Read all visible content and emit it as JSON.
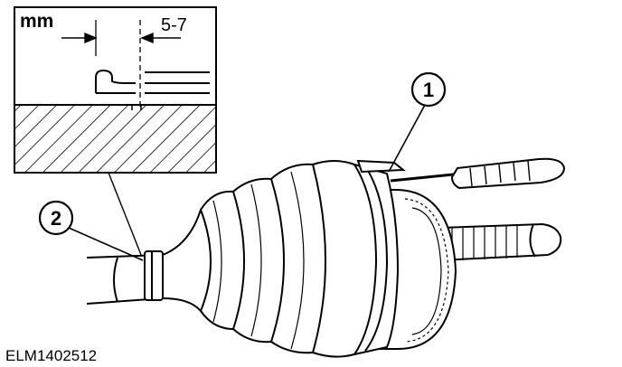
{
  "detail_box": {
    "unit_label": "mm",
    "dimension_label": "5-7"
  },
  "callouts": [
    {
      "number": "1"
    },
    {
      "number": "2"
    }
  ],
  "figure_id": "ELM1402512",
  "colors": {
    "ink": "#000000",
    "paper": "#ffffff"
  }
}
